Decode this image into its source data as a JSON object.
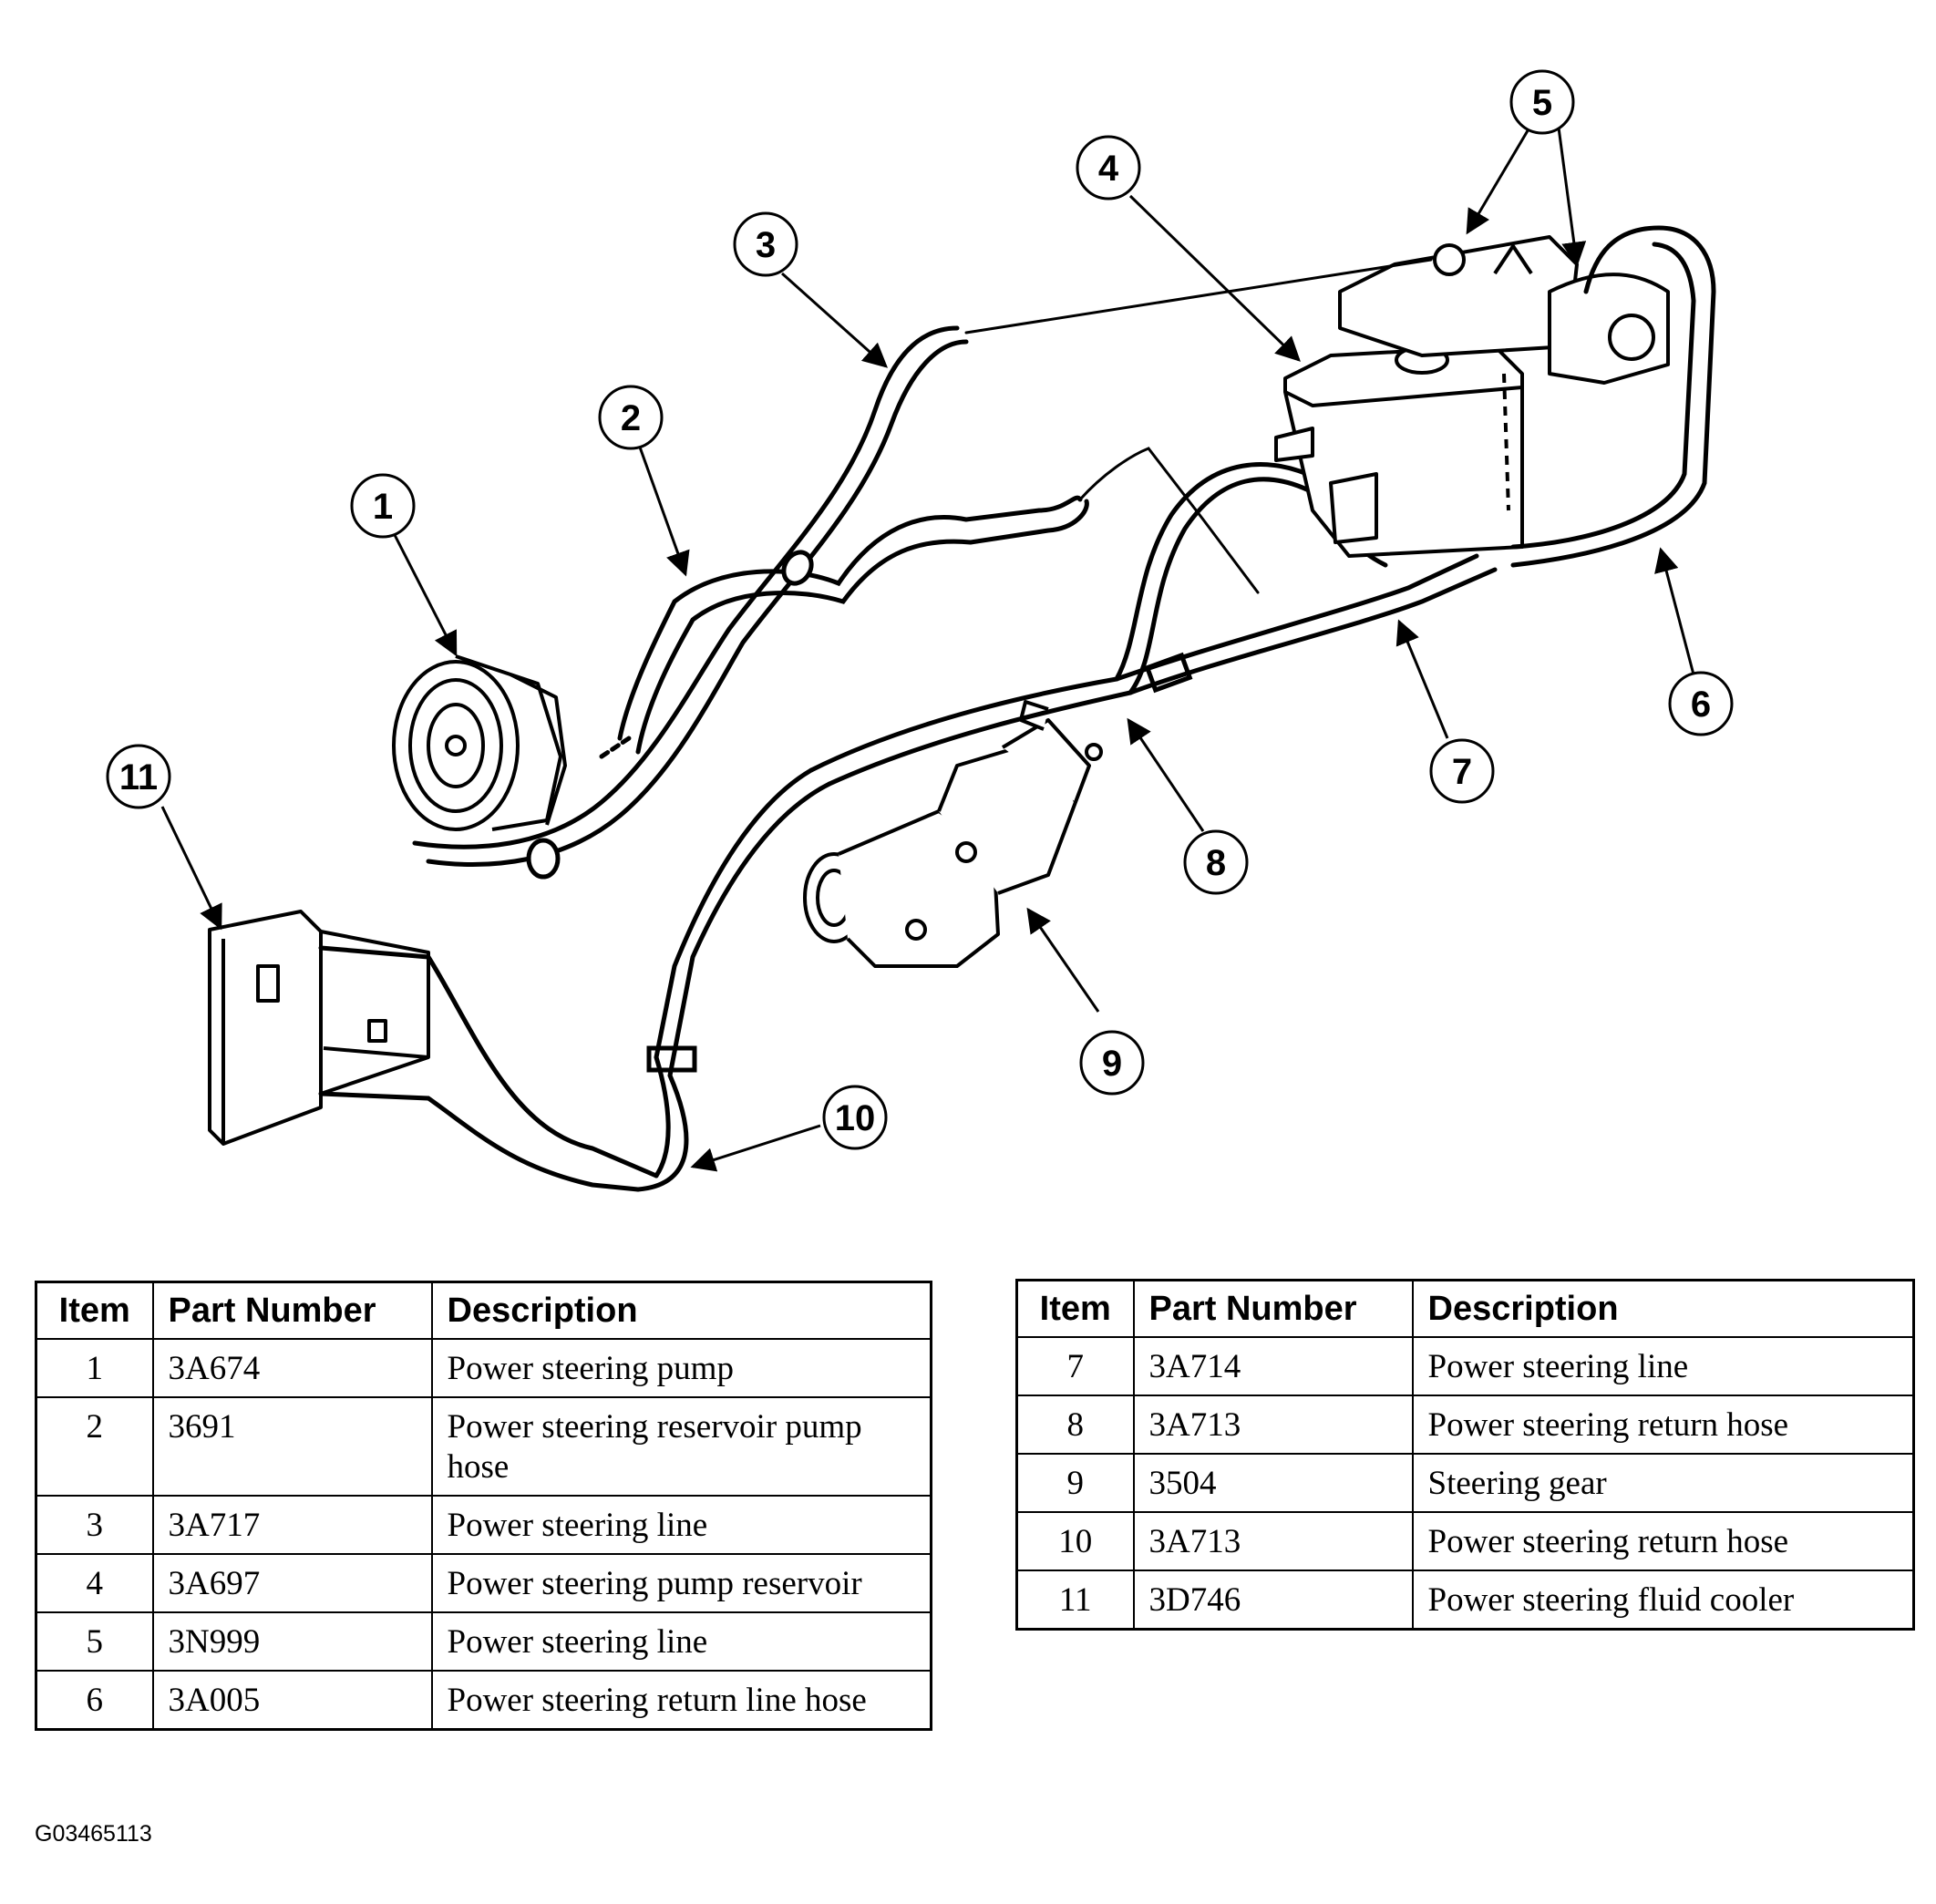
{
  "callouts": [
    "1",
    "2",
    "3",
    "4",
    "5",
    "6",
    "7",
    "8",
    "9",
    "10",
    "11"
  ],
  "tables": {
    "left": {
      "headers": {
        "item": "Item",
        "part_number": "Part Number",
        "description": "Description"
      },
      "rows": [
        {
          "item": "1",
          "part_number": "3A674",
          "description": "Power steering pump"
        },
        {
          "item": "2",
          "part_number": "3691",
          "description": "Power steering reservoir pump hose"
        },
        {
          "item": "3",
          "part_number": "3A717",
          "description": "Power steering line"
        },
        {
          "item": "4",
          "part_number": "3A697",
          "description": "Power steering pump reservoir"
        },
        {
          "item": "5",
          "part_number": "3N999",
          "description": "Power steering line"
        },
        {
          "item": "6",
          "part_number": "3A005",
          "description": "Power steering return line hose"
        }
      ]
    },
    "right": {
      "headers": {
        "item": "Item",
        "part_number": "Part Number",
        "description": "Description"
      },
      "rows": [
        {
          "item": "7",
          "part_number": "3A714",
          "description": "Power steering line"
        },
        {
          "item": "8",
          "part_number": "3A713",
          "description": "Power steering return hose"
        },
        {
          "item": "9",
          "part_number": "3504",
          "description": "Steering gear"
        },
        {
          "item": "10",
          "part_number": "3A713",
          "description": "Power steering return hose"
        },
        {
          "item": "11",
          "part_number": "3D746",
          "description": "Power steering fluid cooler"
        }
      ]
    }
  },
  "figure_id": "G03465113"
}
